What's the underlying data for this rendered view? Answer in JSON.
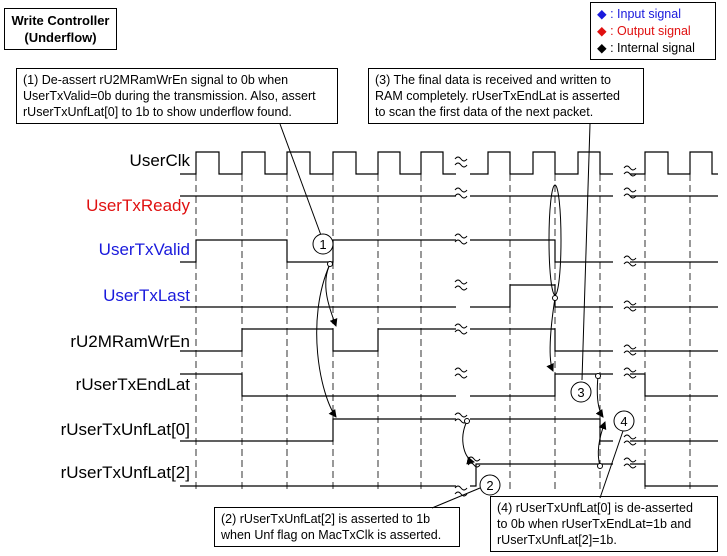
{
  "title": "Write Controller\n(Underflow)",
  "legend": [
    {
      "symbol": "◆",
      "label": ": Input signal",
      "color": "#1a1adc"
    },
    {
      "symbol": "◆",
      "label": ": Output signal",
      "color": "#e01010"
    },
    {
      "symbol": "◆",
      "label": ": Internal signal",
      "color": "#000000"
    }
  ],
  "signals": [
    {
      "name": "UserClk",
      "color": "#000000"
    },
    {
      "name": "UserTxReady",
      "color": "#e01010"
    },
    {
      "name": "UserTxValid",
      "color": "#1a1adc"
    },
    {
      "name": "UserTxLast",
      "color": "#1a1adc"
    },
    {
      "name": "rU2MRamWrEn",
      "color": "#000000"
    },
    {
      "name": "rUserTxEndLat",
      "color": "#000000"
    },
    {
      "name": "rUserTxUnfLat[0]",
      "color": "#000000"
    },
    {
      "name": "rUserTxUnfLat[2]",
      "color": "#000000"
    }
  ],
  "notes": {
    "n1": "(1) De-assert rU2MRamWrEn signal to 0b when\nUserTxValid=0b during the transmission. Also, assert\nrUserTxUnfLat[0] to 1b to show underflow found.",
    "n2": "(2) rUserTxUnfLat[2] is asserted to 1b\nwhen Unf flag on MacTxClk is asserted.",
    "n3": "(3) The final data is received and written to\nRAM completely. rUserTxEndLat is asserted\nto scan the first data of the next packet.",
    "n4": "(4) rUserTxUnfLat[0] is de-asserted\nto 0b when rUserTxEndLat=1b and\nrUserTxUnfLat[2]=1b."
  },
  "markers": [
    "1",
    "2",
    "3",
    "4"
  ]
}
